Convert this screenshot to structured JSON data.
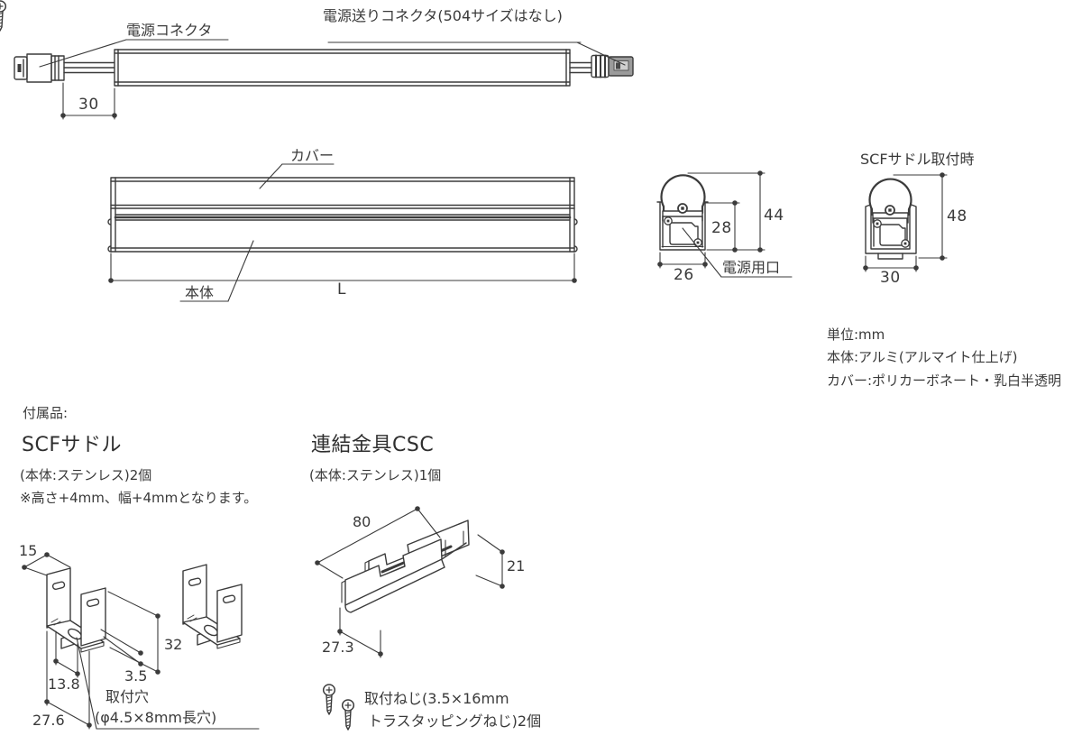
{
  "top_view": {
    "power_connector": "電源コネクタ",
    "feed_connector": "電源送りコネクタ(504サイズはなし)",
    "dim_offset": "30"
  },
  "front_view": {
    "cover": "カバー",
    "body": "本体",
    "length": "L"
  },
  "cross_section": {
    "dim_width": "26",
    "dim_inner_height": "28",
    "dim_height": "44",
    "power_port": "電源用口"
  },
  "cross_section_saddle": {
    "title": "SCFサドル取付時",
    "dim_height": "48",
    "dim_width": "30"
  },
  "notes": {
    "unit": "単位:mm",
    "body_material": "本体:アルミ(アルマイト仕上げ)",
    "cover_material": "カバー:ポリカーボネート・乳白半透明"
  },
  "accessories": {
    "heading": "付属品:",
    "scf_saddle": {
      "title": "SCFサドル",
      "spec": "(本体:ステンレス)2個",
      "note": "※高さ+4mm、幅+4mmとなります。",
      "dim_top_width": "15",
      "dim_height": "32",
      "dim_thickness": "3.5",
      "dim_inner_depth": "13.8",
      "dim_outer_depth": "27.6",
      "hole_label_1": "取付穴",
      "hole_label_2": "(φ4.5×8mm長穴)"
    },
    "csc_joint": {
      "title": "連結金具CSC",
      "spec": "(本体:ステンレス)1個",
      "dim_length": "80",
      "dim_height": "21",
      "dim_depth": "27.3",
      "screw_note_1": "取付ねじ(3.5×16mm",
      "screw_note_2": "トラスタッピングねじ)2個"
    }
  },
  "colors": {
    "line": "#3b3b3b",
    "text": "#3a3a3a",
    "plug_fill": "#9b9b9b"
  }
}
